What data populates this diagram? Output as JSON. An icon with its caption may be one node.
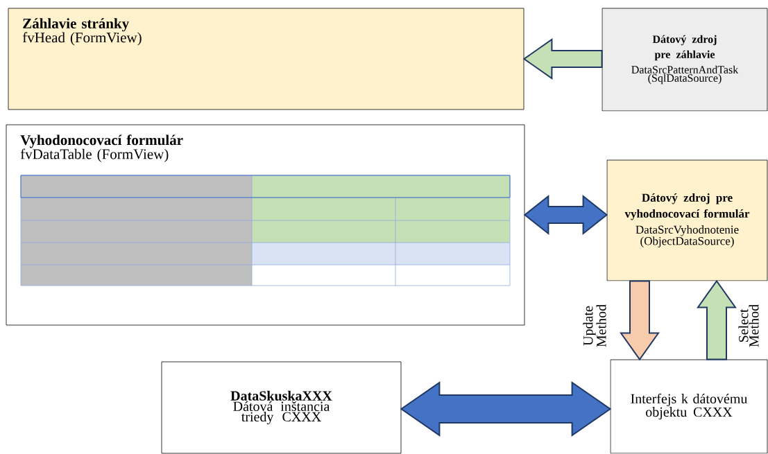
{
  "diagram": {
    "nodes": [
      {
        "text": [
          "Záhlavie stránky",
          "fvHead  (FormView)"
        ]
      },
      {
        "text": [
          "Dátový zdroj pre záhlavie",
          "DataSrcPatternAndTask",
          "(SqlDataSource)"
        ]
      },
      {
        "text": [
          "Vyhodonocovací formulár",
          "fvDataTable (FormView)"
        ]
      },
      {
        "text": [
          "Dátový zdroj pre vyhodnocovací formulár",
          "DataSrcVyhodnotenie",
          "(ObjectDataSource)"
        ]
      },
      {
        "text": [
          "DataSkuskaXXX",
          "Dátová inštancia triedy CXXX"
        ]
      },
      {
        "text": [
          "Interfejs k dátovému objektu CXXX"
        ]
      }
    ],
    "edges": [
      {
        "from": 1,
        "to": 0,
        "arrow": "to",
        "color": "#c5e0b4"
      },
      {
        "from": 2,
        "to": 3,
        "arrow": "both",
        "color": "#4472c4"
      },
      {
        "from": 3,
        "to": 5,
        "arrow": "to",
        "label": "Update Method",
        "color": "#f8cbad"
      },
      {
        "from": 5,
        "to": 3,
        "arrow": "to",
        "label": "Select Method",
        "color": "#c5e0b4"
      },
      {
        "from": 4,
        "to": 5,
        "arrow": "both",
        "color": "#4472c4"
      }
    ]
  }
}
